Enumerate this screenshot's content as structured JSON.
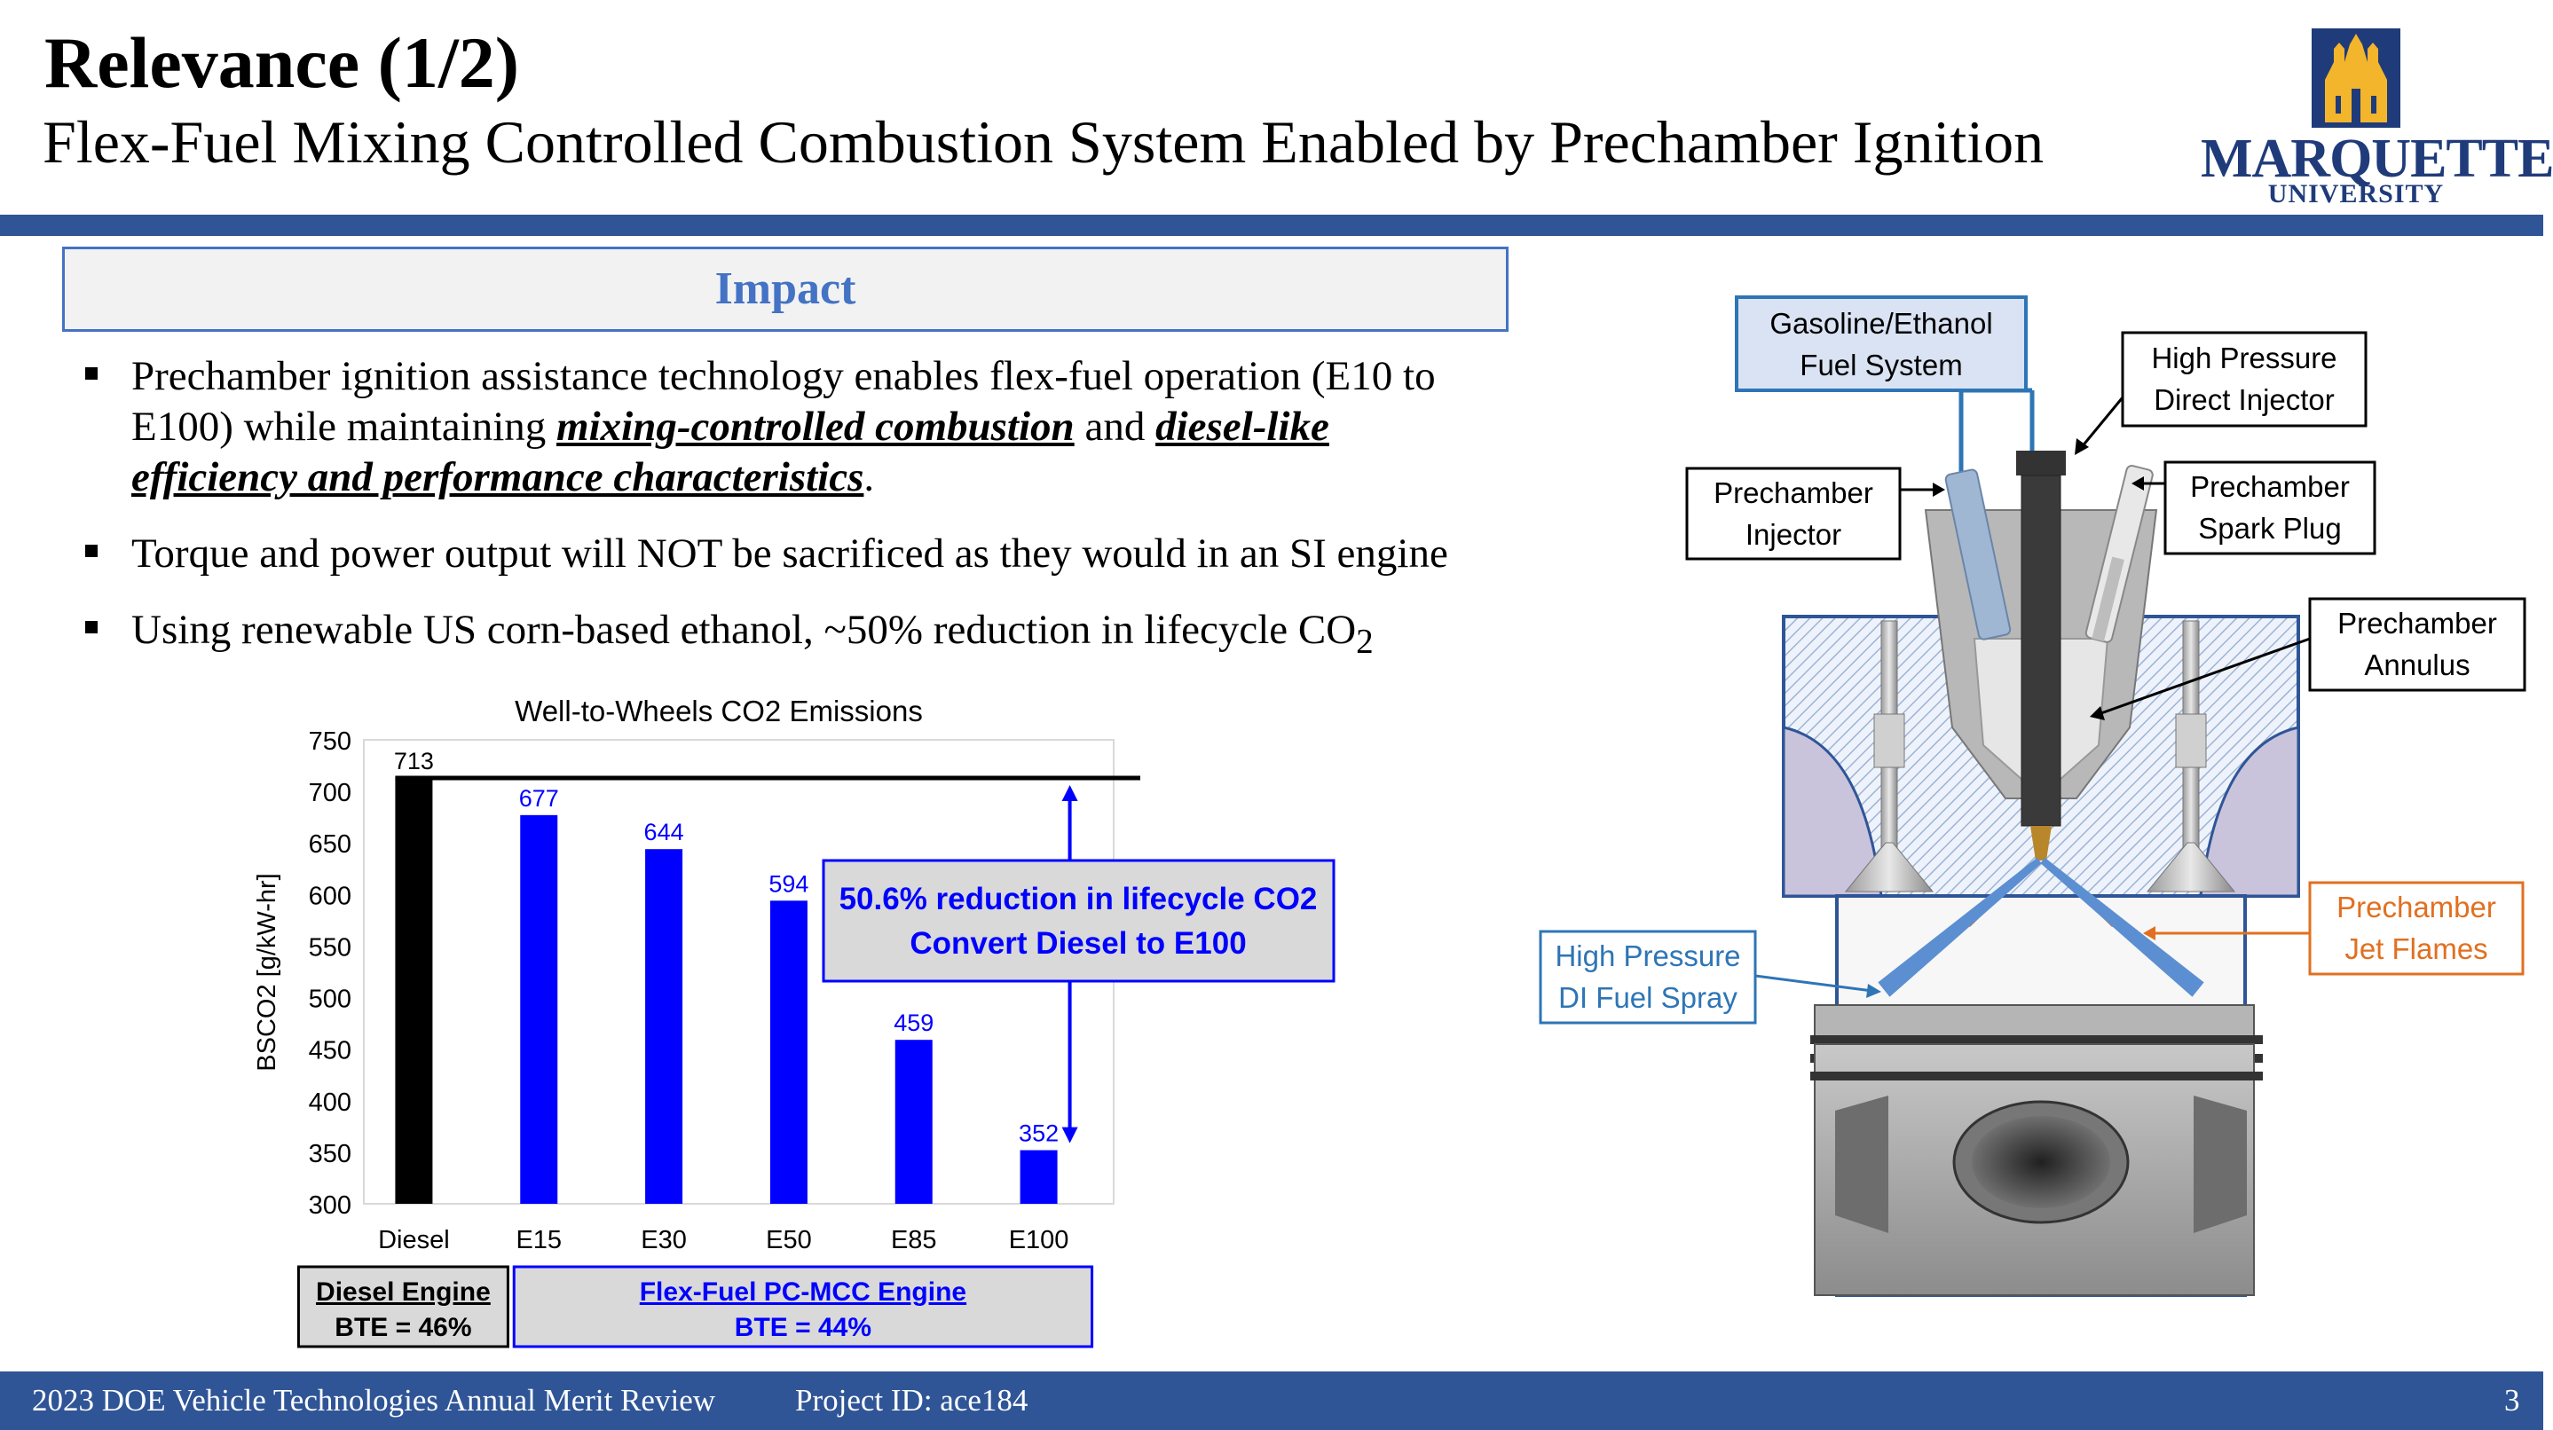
{
  "header": {
    "title": "Relevance (1/2)",
    "subtitle": "Flex-Fuel Mixing Controlled Combustion System Enabled by Prechamber Ignition",
    "logo_name": "MARQUETTE",
    "logo_sub": "UNIVERSITY"
  },
  "impact": {
    "heading": "Impact",
    "bullets": [
      {
        "p1": "Prechamber ignition assistance technology enables flex-fuel operation (E10 to E100) while maintaining ",
        "e1": "mixing-controlled combustion",
        "p2": " and ",
        "e2": "diesel-like efficiency and performance characteristics",
        "p3": "."
      },
      {
        "text": "Torque and power output will NOT be sacrificed as they would in an SI engine"
      },
      {
        "text": "Using renewable US corn-based ethanol, ~50% reduction in lifecycle CO",
        "sub": "2"
      }
    ]
  },
  "chart_data": {
    "type": "bar",
    "title": "Well-to-Wheels  CO2 Emissions",
    "ylabel": "BSCO2 [g/kW-hr]",
    "xlabel": "",
    "ylim": [
      300,
      750
    ],
    "yticks": [
      "750",
      "700",
      "650",
      "600",
      "550",
      "500",
      "450",
      "400",
      "350",
      "300"
    ],
    "categories": [
      "Diesel",
      "E15",
      "E30",
      "E50",
      "E85",
      "E100"
    ],
    "values": [
      713,
      677,
      644,
      594,
      459,
      352
    ],
    "bar_colors": [
      "#000000",
      "#0000ff",
      "#0000ff",
      "#0000ff",
      "#0000ff",
      "#0000ff"
    ],
    "reference_line": 713,
    "annotation": [
      "50.6% reduction in lifecycle CO2",
      "Convert Diesel to E100"
    ],
    "groups": [
      {
        "name": "Diesel Engine",
        "bte": "BTE = 46%",
        "color": "#000000"
      },
      {
        "name": "Flex-Fuel PC-MCC Engine",
        "bte": "BTE = 44%",
        "color": "#0000ff"
      }
    ]
  },
  "diagram": {
    "labels": {
      "fuel_system": [
        "Gasoline/Ethanol",
        "Fuel System"
      ],
      "hp_injector": [
        "High Pressure",
        "Direct Injector"
      ],
      "pc_injector": [
        "Prechamber",
        "Injector"
      ],
      "spark_plug": [
        "Prechamber",
        "Spark Plug"
      ],
      "annulus": [
        "Prechamber",
        "Annulus"
      ],
      "di_spray": [
        "High Pressure",
        "DI Fuel Spray"
      ],
      "jet_flames": [
        "Prechamber",
        "Jet Flames"
      ]
    },
    "colors": {
      "label_blue": "#2e75b6",
      "label_orange": "#e07020",
      "fuel_box": "#dae3f3"
    }
  },
  "footer": {
    "event": "2023 DOE Vehicle Technologies Annual Merit Review",
    "project": "Project ID: ace184",
    "page": "3"
  }
}
